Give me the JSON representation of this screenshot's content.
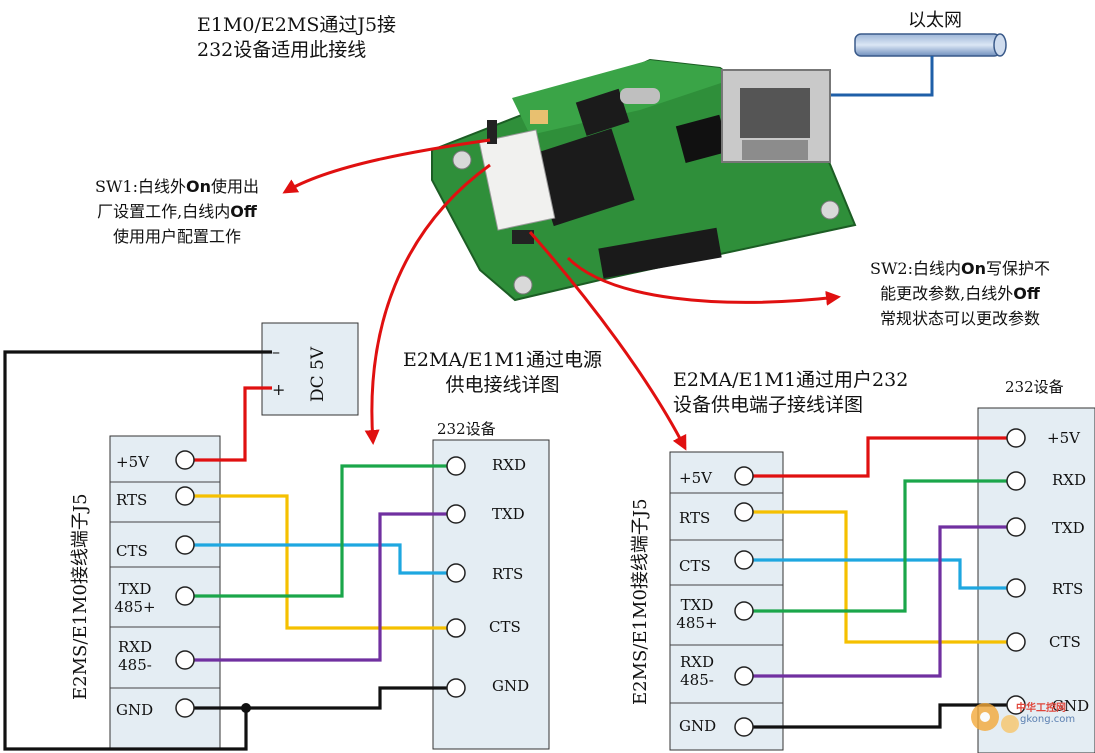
{
  "top_note": {
    "line1": "E1M0/E2MS通过J5接",
    "line2": "232设备适用此接线"
  },
  "ethernet_label": "以太网",
  "sw1_note": {
    "a": "SW1:白线外",
    "a_b": "On",
    "a2": "使用出",
    "b": "厂设置工作,白线内",
    "b_b": "Off",
    "c": "使用用户配置工作"
  },
  "sw2_note": {
    "a": "SW2:白线内",
    "a_b": "On",
    "a2": "写保护不",
    "b": "能更改参数,白线外",
    "b_b": "Off",
    "c": "常规状态可以更改参数"
  },
  "power": {
    "minus": "–",
    "plus": "+",
    "label": "DC 5V"
  },
  "left_caption": {
    "line1": "E2MA/E1M1通过电源",
    "line2": "供电接线详图"
  },
  "right_caption": {
    "line1": "E2MA/E1M1通过用户232",
    "line2": "设备供电端子接线详图"
  },
  "left_terminal_title": "E2MS/E1M0接线端子J5",
  "right_terminal_title": "E2MS/E1M0接线端子J5",
  "left_terminal": [
    {
      "line1": "+5V",
      "line2": ""
    },
    {
      "line1": "RTS",
      "line2": ""
    },
    {
      "line1": "CTS",
      "line2": ""
    },
    {
      "line1": "TXD",
      "line2": "485+"
    },
    {
      "line1": "RXD",
      "line2": "485-"
    },
    {
      "line1": "GND",
      "line2": ""
    }
  ],
  "right_terminal": [
    {
      "line1": "+5V",
      "line2": ""
    },
    {
      "line1": "RTS",
      "line2": ""
    },
    {
      "line1": "CTS",
      "line2": ""
    },
    {
      "line1": "TXD",
      "line2": "485+"
    },
    {
      "line1": "RXD",
      "line2": "485-"
    },
    {
      "line1": "GND",
      "line2": ""
    }
  ],
  "left_device": {
    "title": "232设备",
    "pins": [
      "RXD",
      "TXD",
      "RTS",
      "CTS",
      "GND"
    ]
  },
  "right_device": {
    "title": "232设备",
    "pins": [
      "+5V",
      "RXD",
      "TXD",
      "RTS",
      "CTS",
      "GND"
    ]
  },
  "watermark": {
    "text": "中华工控网",
    "url": "gkong.com"
  },
  "colors": {
    "power_red": "#e01010",
    "ground_black": "#111111",
    "rts_yellow": "#f5c000",
    "cts_cyan": "#1ea7e0",
    "txd_green": "#1aa64a",
    "rxd_purple": "#7030a0",
    "panel_fill": "#e4edf3",
    "cable_blue": "#1f5fa8",
    "arrow_red": "#e01010"
  }
}
